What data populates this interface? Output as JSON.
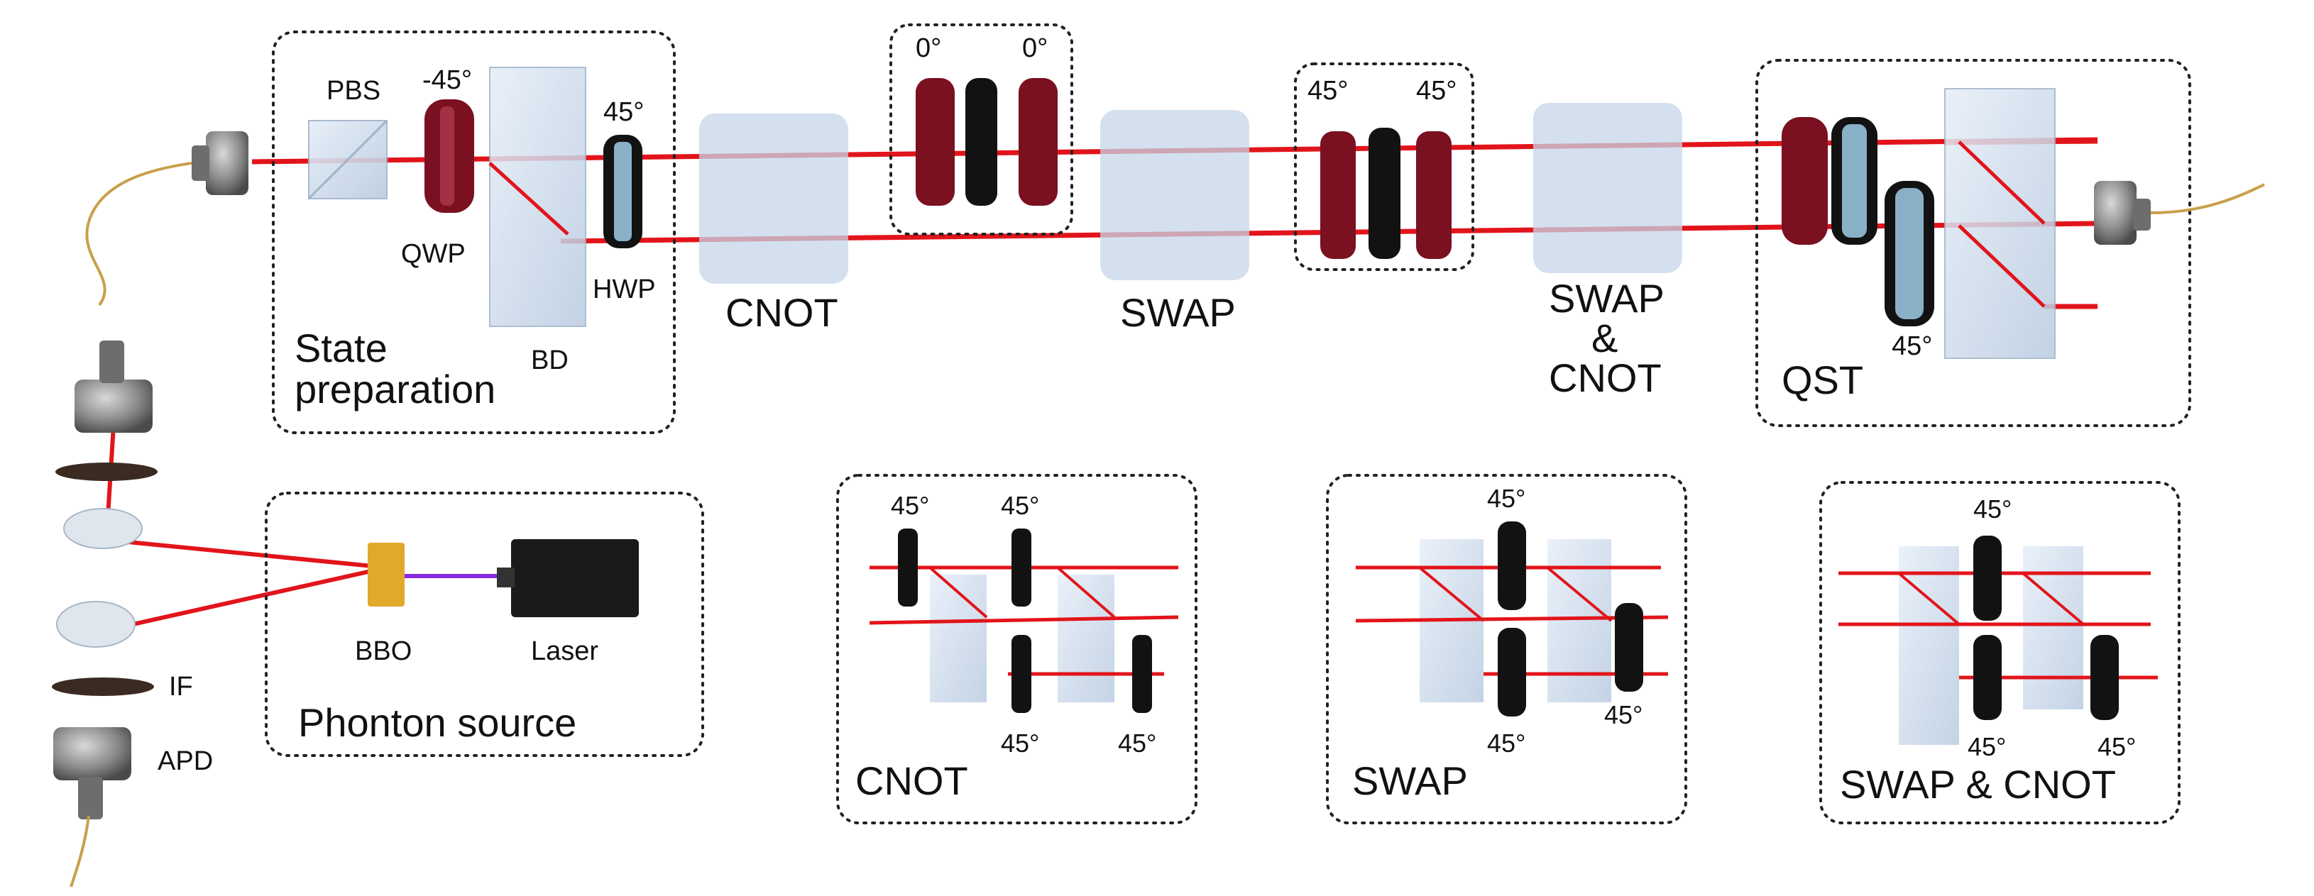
{
  "colors": {
    "beam": "#e2141b",
    "pump": "#8a2be2",
    "qwp": "#7a1020",
    "hwp": "#121212",
    "glass": "#c9d8ea",
    "box_border": "#222222",
    "bbo": "#e0a92a"
  },
  "main": {
    "state_prep": {
      "pbs": "PBS",
      "qwp_angle": "-45°",
      "qwp": "QWP",
      "hwp_angle": "45°",
      "hwp": "HWP",
      "bd": "BD",
      "title_line1": "State",
      "title_line2": "preparation"
    },
    "gates": {
      "cnot": "CNOT",
      "swap": "SWAP",
      "swapcnot_line1": "SWAP",
      "swapcnot_line2": "&",
      "swapcnot_line3": "CNOT"
    },
    "wp_group1": {
      "angle_left": "0°",
      "angle_right": "0°"
    },
    "wp_group2": {
      "angle_left": "45°",
      "angle_right": "45°"
    },
    "qst": {
      "title": "QST",
      "hwp_angle": "45°"
    }
  },
  "detection": {
    "if": "IF",
    "apd": "APD"
  },
  "source": {
    "bbo": "BBO",
    "laser": "Laser",
    "title": "Phonton source"
  },
  "insets": {
    "cnot": {
      "title": "CNOT",
      "a1": "45°",
      "a2": "45°",
      "a3": "45°",
      "a4": "45°"
    },
    "swap": {
      "title": "SWAP",
      "a1": "45°",
      "a2": "45°",
      "a3": "45°"
    },
    "swapcnot": {
      "title": "SWAP & CNOT",
      "a1": "45°",
      "a2": "45°",
      "a3": "45°"
    }
  }
}
